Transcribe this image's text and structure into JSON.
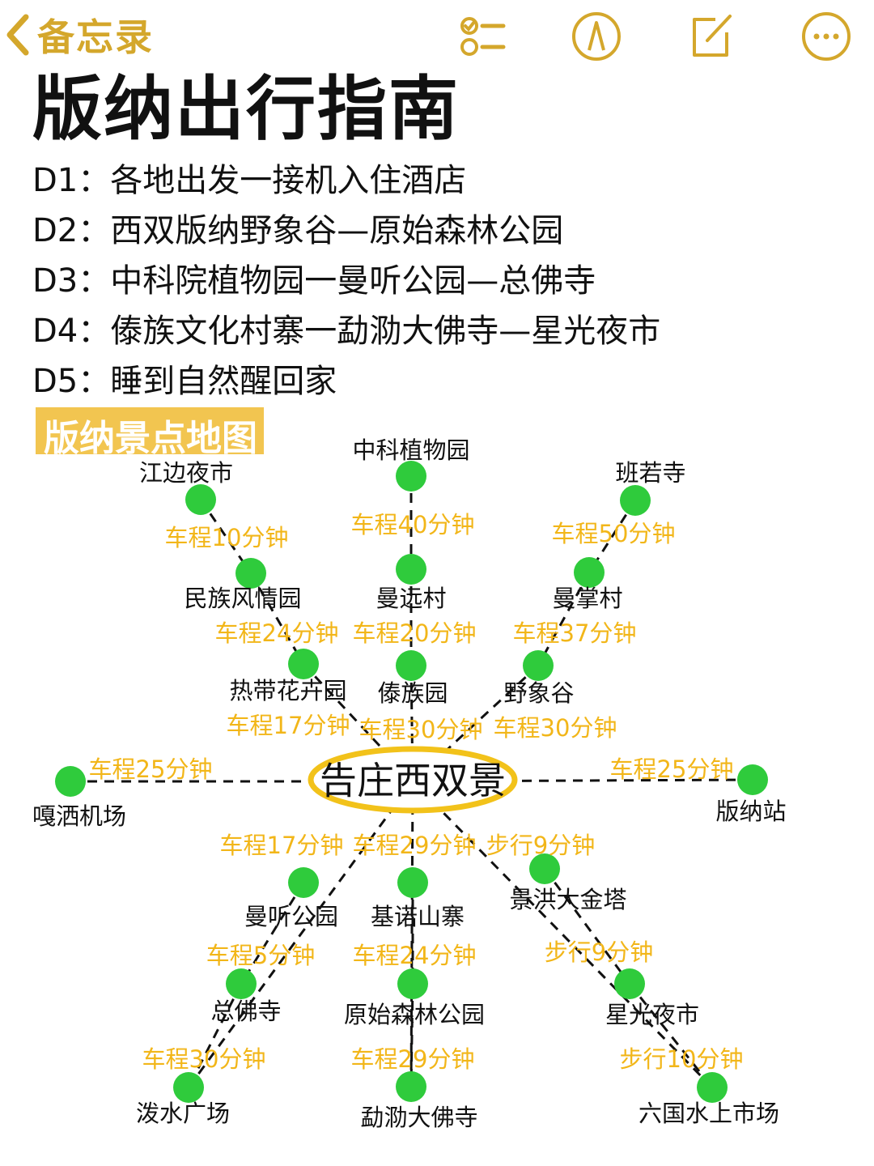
{
  "app": {
    "back_label": "备忘录"
  },
  "toolbar": {
    "checklist_icon": "checklist-icon",
    "markup_icon": "pen-markup-icon",
    "compose_icon": "compose-icon",
    "more_icon": "more-icon",
    "accent": "#d4a72c"
  },
  "note": {
    "title": "版纳出行指南",
    "itinerary": [
      "D1：各地出发一接机入住酒店",
      "D2：西双版纳野象谷—原始森林公园",
      "D3：中科院植物园一曼听公园—总佛寺",
      "D4：傣族文化村寨一勐泐大佛寺—星光夜市",
      "D5：睡到自然醒回家"
    ],
    "map_heading": "版纳景点地图"
  },
  "map": {
    "hub": "告庄西双景",
    "stations": [
      "江边夜市",
      "民族风情园",
      "热带花卉园",
      "中科植物园",
      "曼远村",
      "傣族园",
      "班若寺",
      "曼掌村",
      "野象谷",
      "嘎洒机场",
      "版纳站",
      "曼听公园",
      "总佛寺",
      "泼水广场",
      "基诺山寨",
      "原始森林公园",
      "勐泐大佛寺",
      "景洪大金塔",
      "星光夜市",
      "六国水上市场"
    ],
    "times": [
      "车程10分钟",
      "车程24分钟",
      "车程17分钟",
      "车程40分钟",
      "车程20分钟",
      "车程30分钟",
      "车程50分钟",
      "车程37分钟",
      "车程30分钟",
      "车程25分钟",
      "车程25分钟",
      "车程17分钟",
      "车程5分钟",
      "车程30分钟",
      "车程29分钟",
      "车程24分钟",
      "车程29分钟",
      "步行9分钟",
      "步行9分钟",
      "步行10分钟"
    ],
    "colors": {
      "node": "#2fcb3c",
      "time": "#f2b619",
      "hub_ring": "#f2c21a",
      "line": "#111111"
    }
  }
}
